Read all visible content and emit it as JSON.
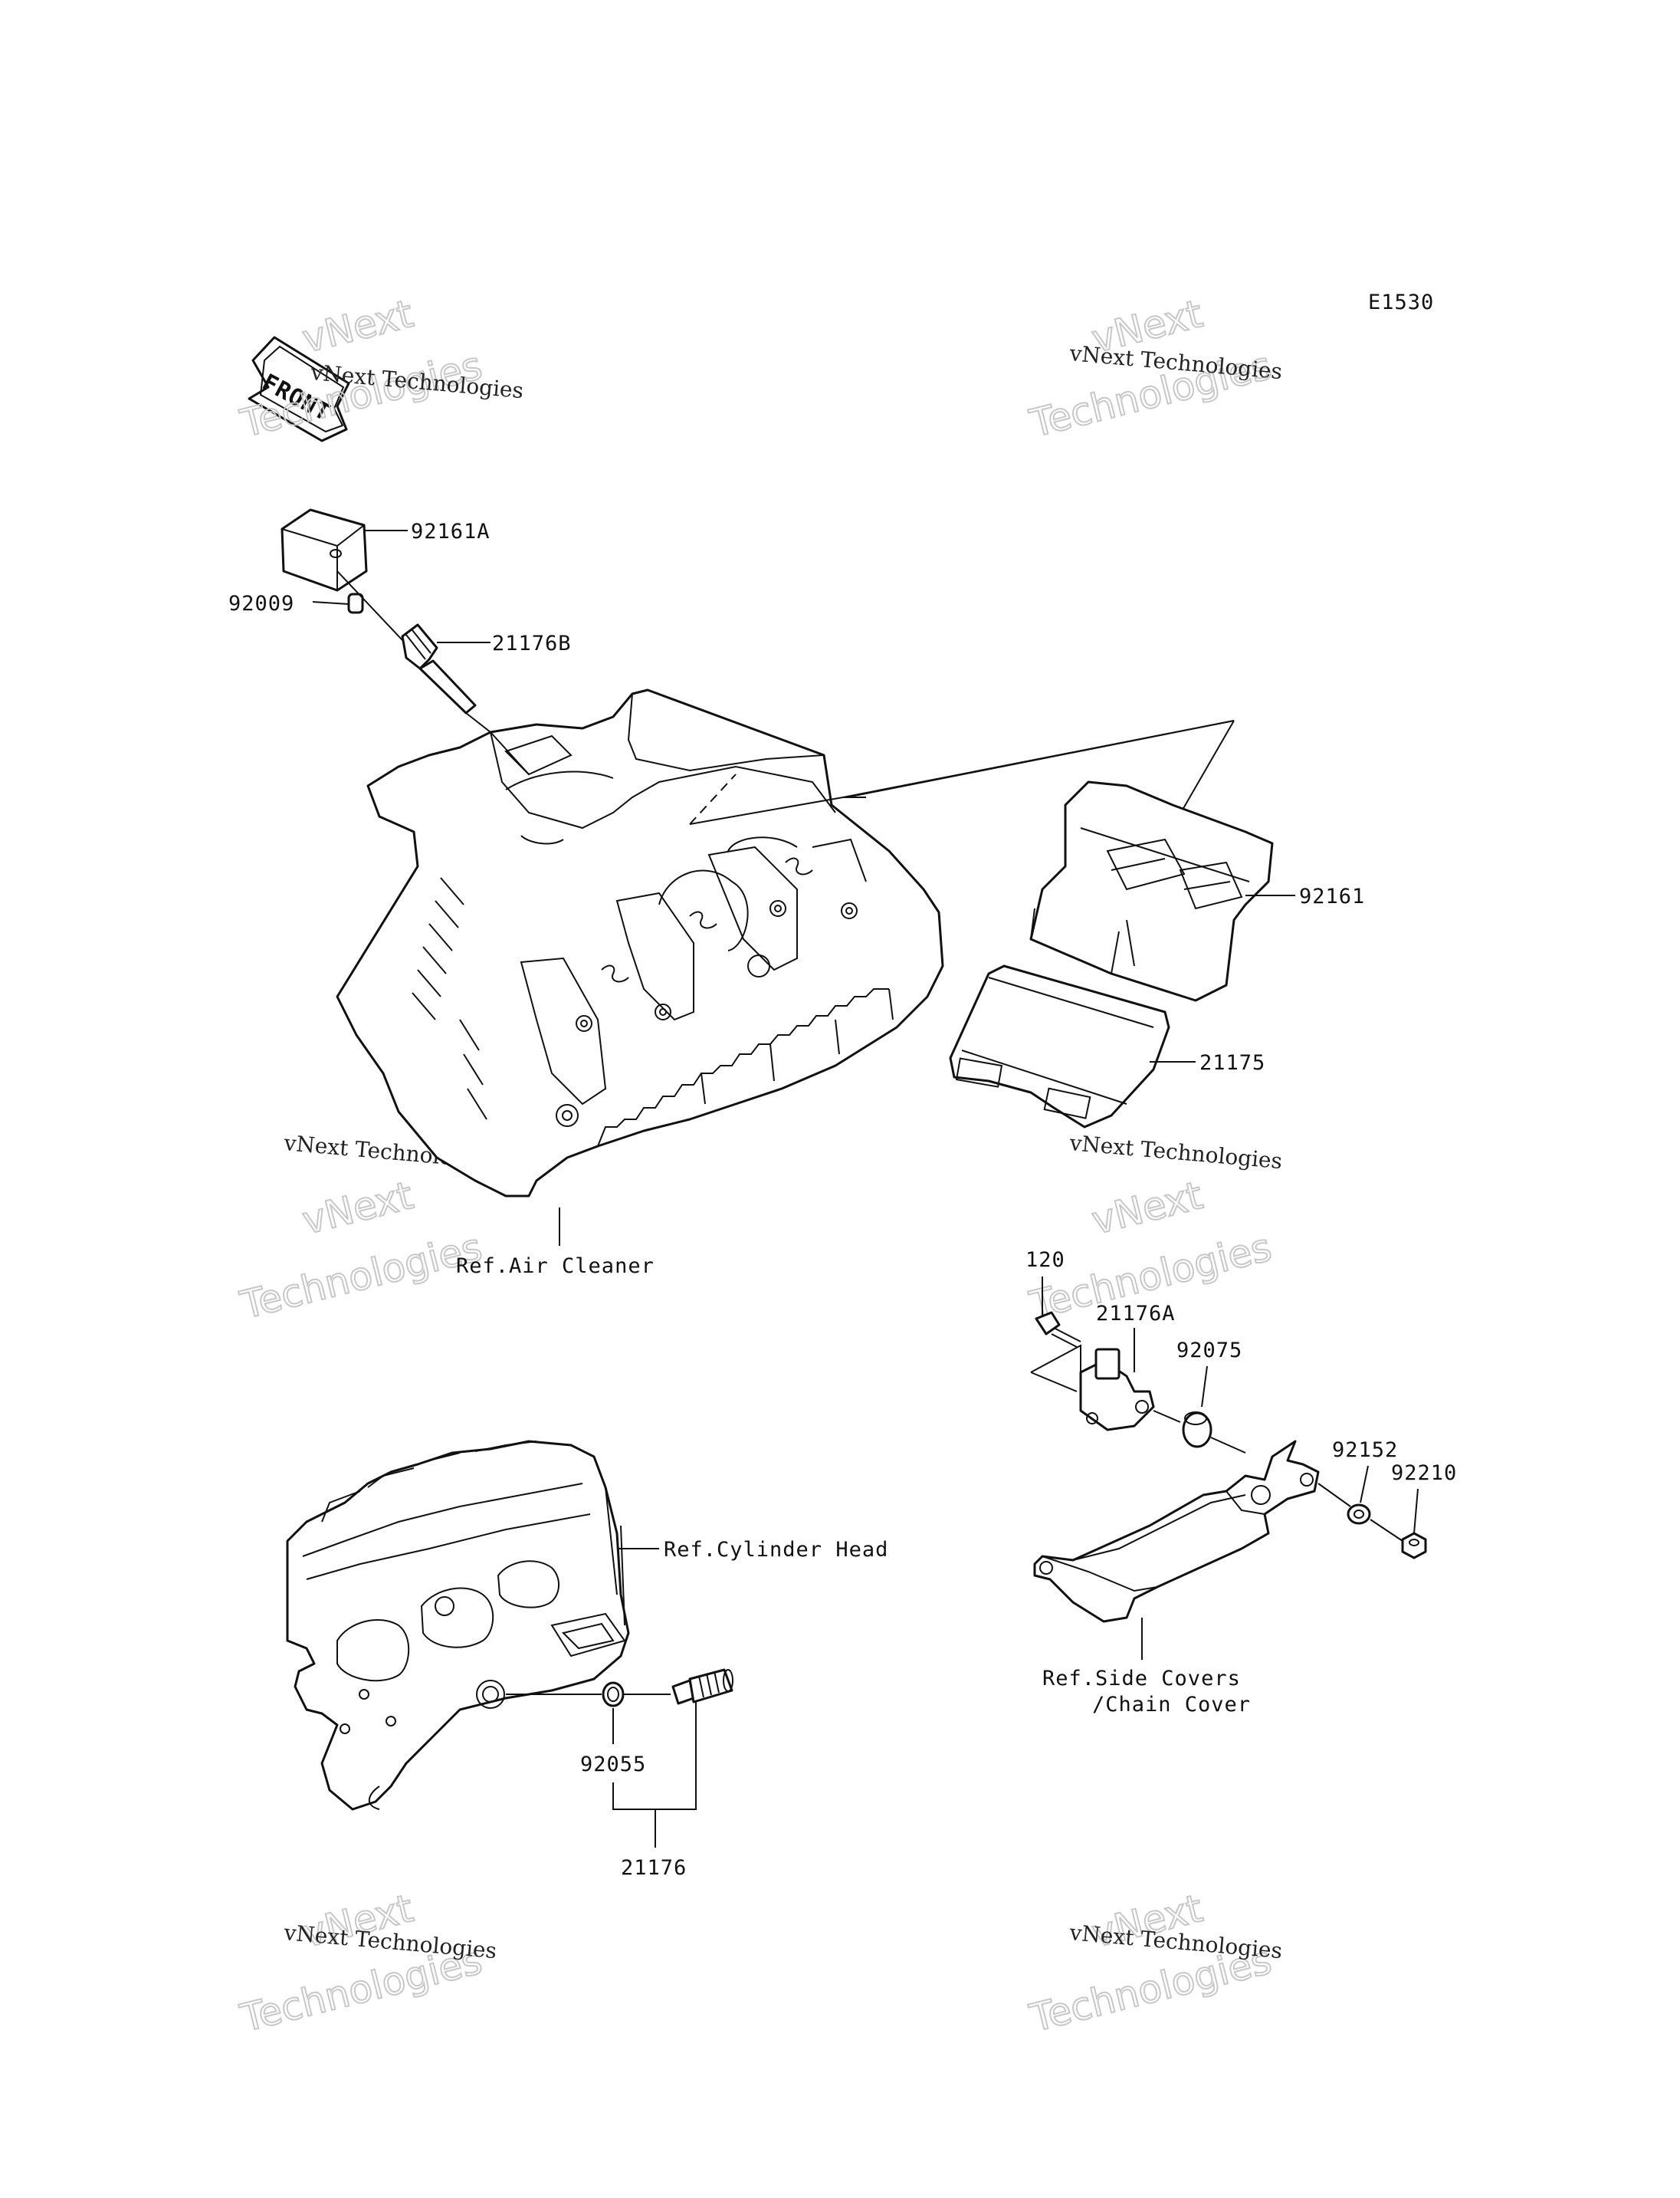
{
  "diagram_code": "E1530",
  "front_label": "FRONT",
  "watermark": {
    "line1": "vNext Technologies",
    "line2_a": "vNext",
    "line2_b": "Technologies"
  },
  "parts": {
    "p92161A": "92161A",
    "p92009": "92009",
    "p21176B": "21176B",
    "p92161": "92161",
    "p21175": "21175",
    "p120": "120",
    "p21176A": "21176A",
    "p92075": "92075",
    "p92152": "92152",
    "p92210": "92210",
    "p92055": "92055",
    "p21176": "21176"
  },
  "references": {
    "air_cleaner": "Ref.Air Cleaner",
    "cylinder_head": "Ref.Cylinder Head",
    "side_covers": "Ref.Side Covers",
    "chain_cover": "/Chain Cover"
  }
}
